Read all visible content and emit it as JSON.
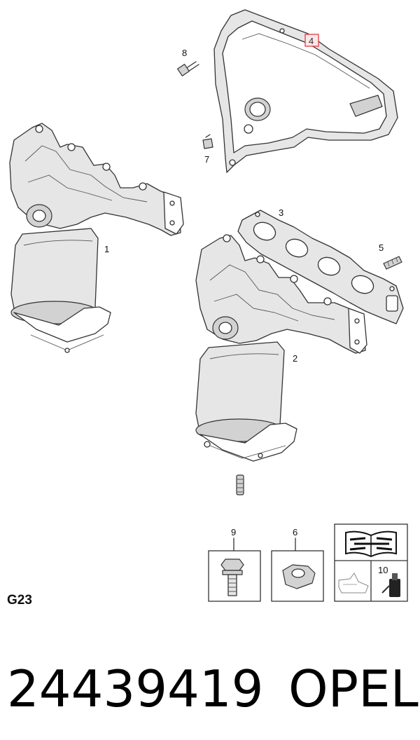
{
  "diagram": {
    "callouts": [
      {
        "id": "1",
        "label": "1"
      },
      {
        "id": "2",
        "label": "2"
      },
      {
        "id": "3",
        "label": "3"
      },
      {
        "id": "4",
        "label": "4",
        "highlighted": true
      },
      {
        "id": "5",
        "label": "5"
      },
      {
        "id": "6",
        "label": "6"
      },
      {
        "id": "7",
        "label": "7"
      },
      {
        "id": "8",
        "label": "8"
      },
      {
        "id": "9",
        "label": "9"
      },
      {
        "id": "10",
        "label": "10"
      }
    ],
    "highlight_color": "#e0303a",
    "highlight_fill": "#fde6e8"
  },
  "section_code": "G23",
  "footer": {
    "part_number": "24439419",
    "brand": "OPEL"
  },
  "icons": {
    "manual": "open-book-wrench-icon",
    "tool": "torque-tool-icon",
    "oil": "oil-can-icon"
  }
}
